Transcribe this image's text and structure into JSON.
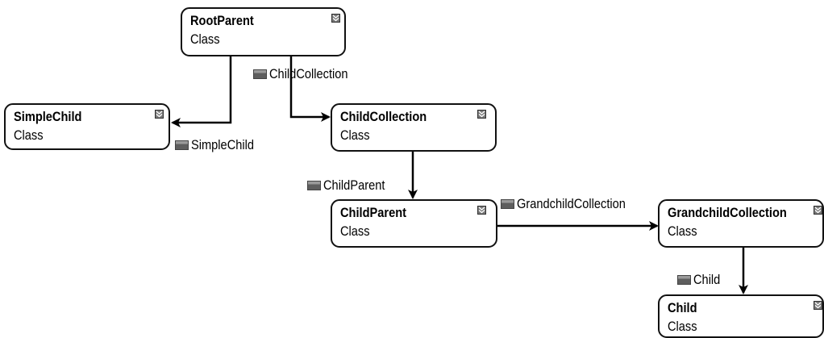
{
  "classes": {
    "root_parent": {
      "name": "RootParent",
      "stereotype": "Class"
    },
    "simple_child": {
      "name": "SimpleChild",
      "stereotype": "Class"
    },
    "child_collection": {
      "name": "ChildCollection",
      "stereotype": "Class"
    },
    "child_parent": {
      "name": "ChildParent",
      "stereotype": "Class"
    },
    "grandchild_collection": {
      "name": "GrandchildCollection",
      "stereotype": "Class"
    },
    "child": {
      "name": "Child",
      "stereotype": "Class"
    }
  },
  "associations": {
    "child_collection": "ChildCollection",
    "simple_child": "SimpleChild",
    "child_parent": "ChildParent",
    "grandchild_collection": "GrandchildCollection",
    "child": "Child"
  },
  "icons": {
    "collapse": "chevron-down-icon",
    "property": "property-icon"
  }
}
